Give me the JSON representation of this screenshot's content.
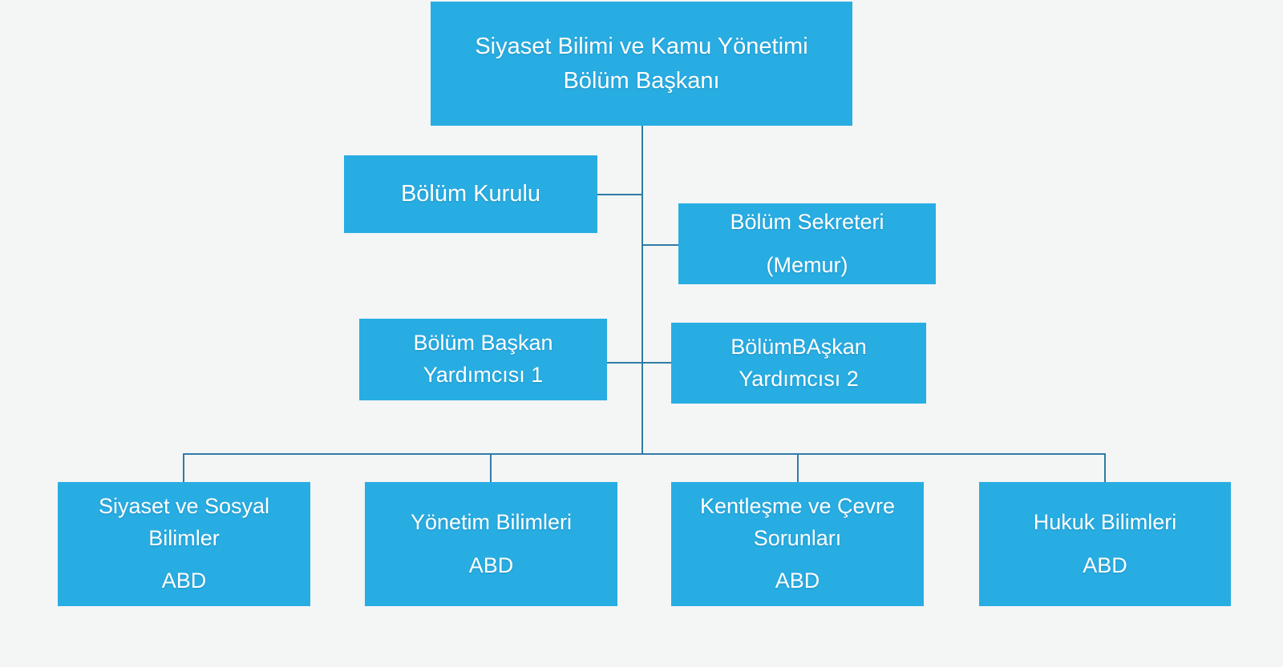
{
  "diagram": {
    "type": "org-chart",
    "language": "tr",
    "colors": {
      "bg": "#f4f5f5",
      "fill": "#28ade3",
      "line": "#2f7ca6",
      "text": "#ffffff"
    },
    "nodes": {
      "head": {
        "lines": [
          "Siyaset Bilimi ve Kamu Yönetimi",
          "Bölüm Başkanı"
        ]
      },
      "kurul": {
        "lines": [
          "Bölüm Kurulu"
        ]
      },
      "sekreter": {
        "lines": [
          "Bölüm Sekreteri",
          "(Memur)"
        ]
      },
      "yrd1": {
        "lines": [
          "Bölüm Başkan",
          "Yardımcısı 1"
        ]
      },
      "yrd2": {
        "lines": [
          "BölümBAşkan",
          "Yardımcısı 2"
        ]
      },
      "abd1": {
        "lines": [
          "Siyaset ve Sosyal",
          "Bilimler",
          "ABD"
        ]
      },
      "abd2": {
        "lines": [
          "Yönetim Bilimleri",
          "ABD"
        ]
      },
      "abd3": {
        "lines": [
          "Kentleşme ve Çevre",
          "Sorunları",
          "ABD"
        ]
      },
      "abd4": {
        "lines": [
          "Hukuk Bilimleri",
          "ABD"
        ]
      }
    }
  }
}
